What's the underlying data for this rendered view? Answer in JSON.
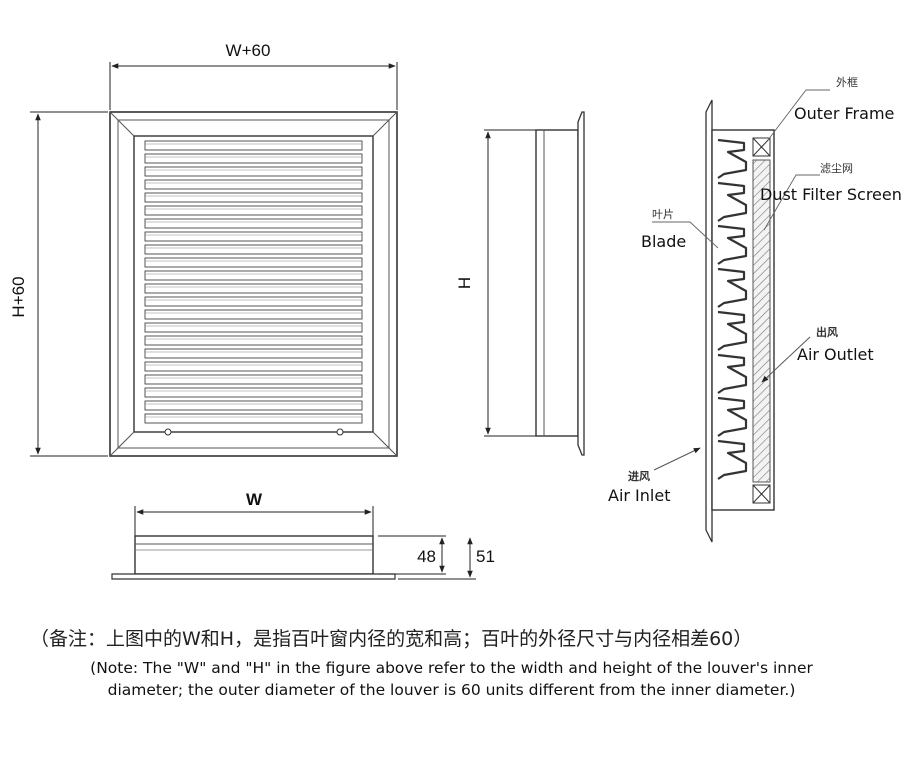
{
  "dimensions": {
    "top_width": "W+60",
    "left_height": "H+60",
    "side_height": "H",
    "bottom_width": "W",
    "depth_inner": "48",
    "depth_outer": "51"
  },
  "labels": {
    "outer_frame_cn": "外框",
    "outer_frame_en": "Outer Frame",
    "filter_cn": "滤尘网",
    "filter_en": "Dust Filter Screen",
    "blade_cn": "叶片",
    "blade_en": "Blade",
    "outlet_cn": "出风",
    "outlet_en": "Air Outlet",
    "inlet_cn": "进风",
    "inlet_en": "Air Inlet"
  },
  "notes": {
    "chinese": "（备注：上图中的W和H，是指百叶窗内径的宽和高；百叶的外径尺寸与内径相差60）",
    "english_line1": "(Note: The \"W\" and \"H\" in the figure above refer to the width and height of the louver's inner",
    "english_line2": "diameter; the outer diameter of the louver is 60 units different from the inner diameter.)"
  }
}
